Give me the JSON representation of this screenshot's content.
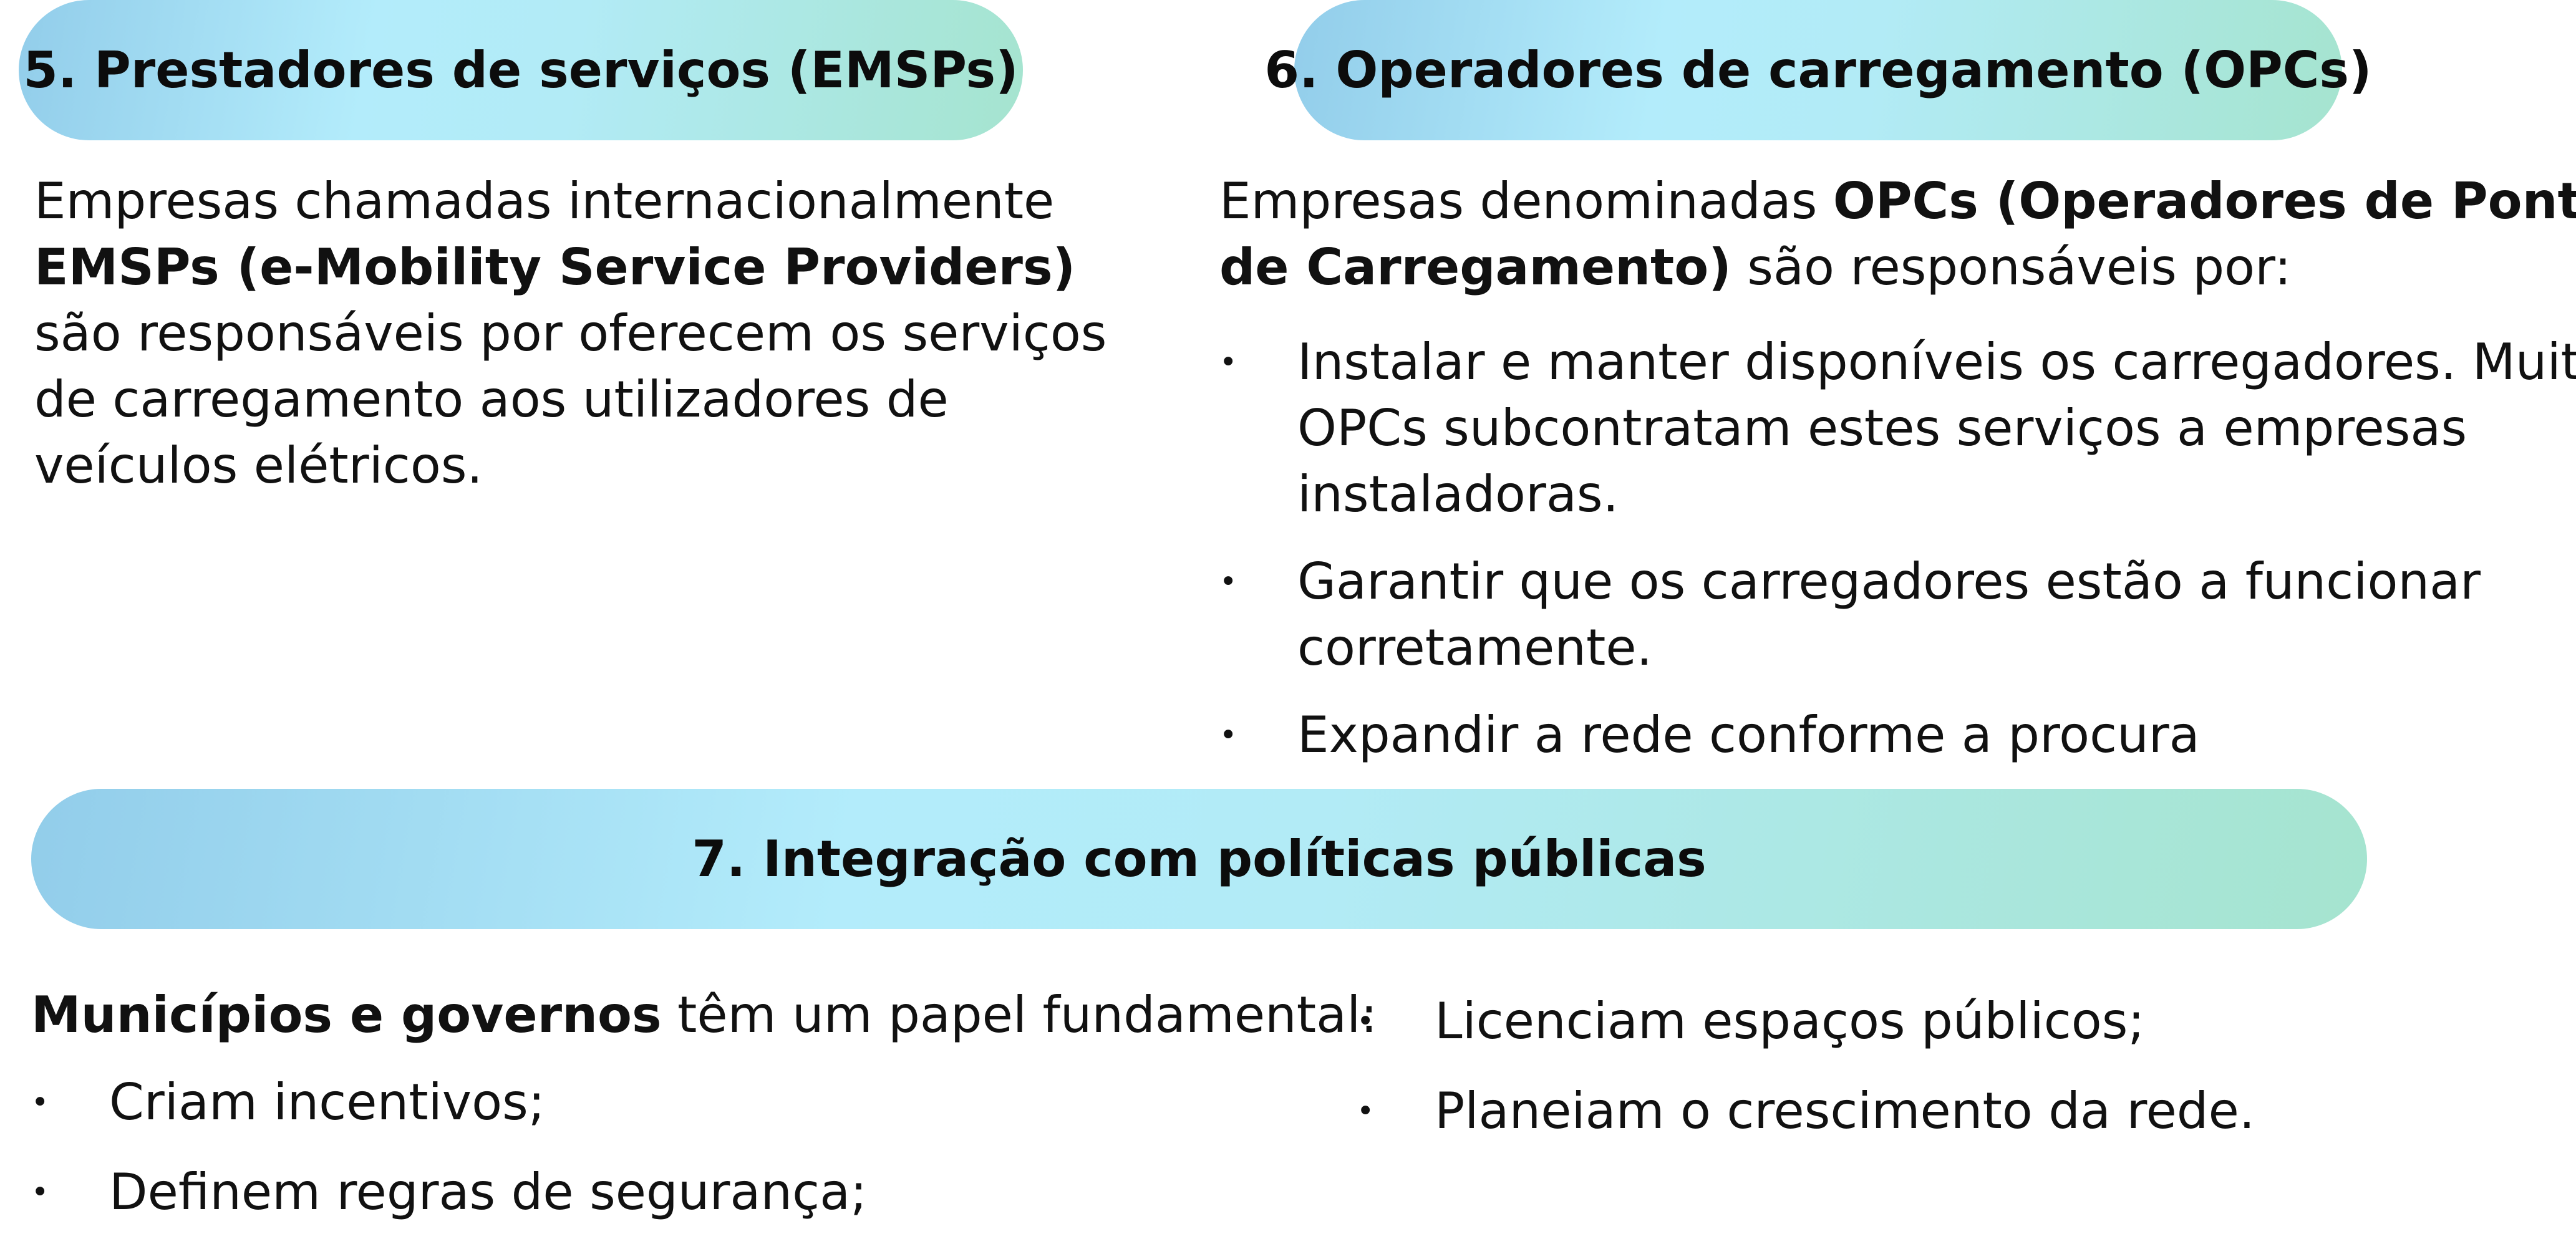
{
  "section5": {
    "title": "5. Prestadores de serviços (EMSPs)",
    "lines": [
      {
        "text": "Empresas chamadas internacionalmente"
      },
      {
        "bold": "EMSPs (e-Mobility Service Providers)"
      },
      {
        "text": "são responsáveis por oferecem os serviços"
      },
      {
        "text": "de carregamento aos utilizadores de"
      },
      {
        "text": "veículos elétricos."
      }
    ]
  },
  "section6": {
    "title": "6. Operadores de carregamento (OPCs)",
    "intro_line1_text": "Empresas denominadas ",
    "intro_line1_bold": "OPCs (Operadores de Pontos",
    "intro_line2_bold": "de Carregamento)",
    "intro_line2_text": " são responsáveis por:",
    "bullets": [
      {
        "lines": [
          "Instalar e manter disponíveis os carregadores. Muitos",
          "OPCs subcontratam estes serviços a empresas",
          "instaladoras."
        ]
      },
      {
        "lines": [
          "Garantir que os carregadores estão a funcionar",
          "corretamente."
        ]
      },
      {
        "lines": [
          "Expandir a rede conforme a procura"
        ]
      }
    ]
  },
  "section7": {
    "title": "7. Integração com políticas públicas",
    "intro_bold": "Municípios e governos",
    "intro_text": " têm um papel fundamental:",
    "bullets_left": [
      "Criam incentivos;",
      "Definem regras de segurança;"
    ],
    "bullets_right": [
      "Licenciam espaços públicos;",
      "Planeiam o crescimento da rede."
    ]
  }
}
